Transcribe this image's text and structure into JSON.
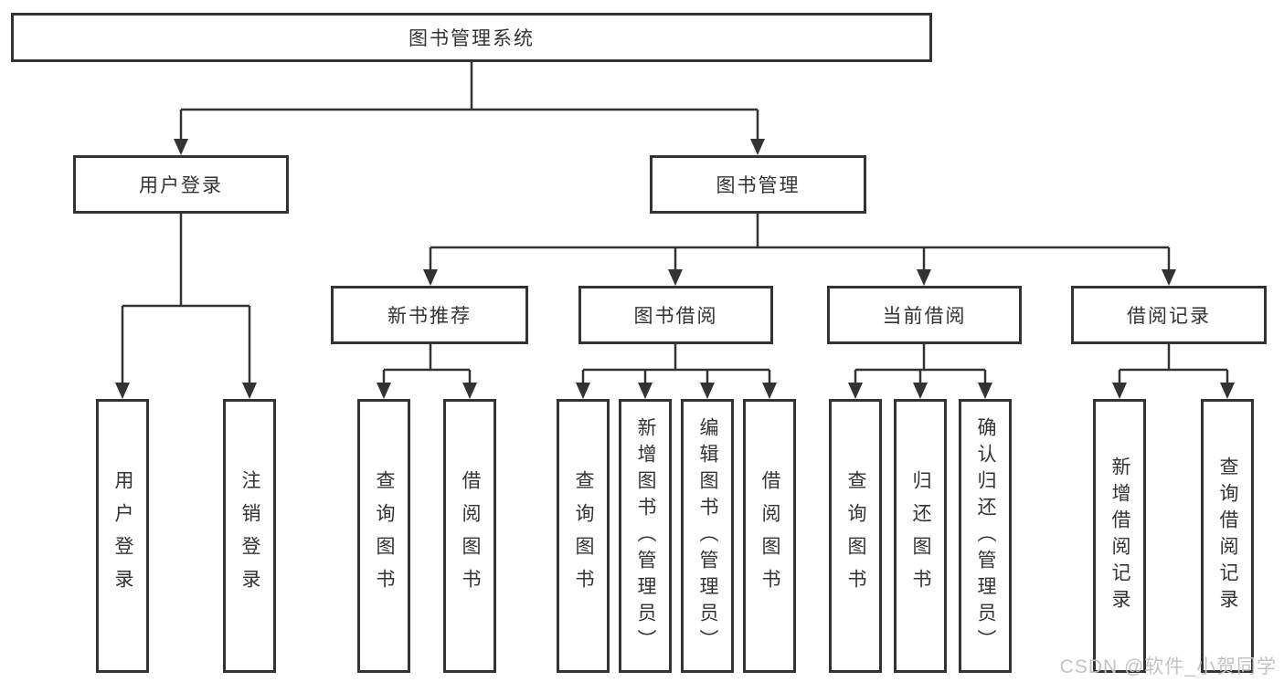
{
  "diagram": {
    "root": {
      "label": "图书管理系统"
    },
    "level2": [
      {
        "label": "用户登录"
      },
      {
        "label": "图书管理"
      }
    ],
    "level3": [
      {
        "label": "新书推荐"
      },
      {
        "label": "图书借阅"
      },
      {
        "label": "当前借阅"
      },
      {
        "label": "借阅记录"
      }
    ],
    "leaves": {
      "user_login": [
        {
          "label": "用户登录"
        },
        {
          "label": "注销登录"
        }
      ],
      "new_books": [
        {
          "label": "查询图书"
        },
        {
          "label": "借阅图书"
        }
      ],
      "borrow": [
        {
          "label": "查询图书"
        },
        {
          "label": "新增图书（管理员）"
        },
        {
          "label": "编辑图书（管理员）"
        },
        {
          "label": "借阅图书"
        }
      ],
      "current": [
        {
          "label": "查询图书"
        },
        {
          "label": "归还图书"
        },
        {
          "label": "确认归还（管理员）"
        }
      ],
      "records": [
        {
          "label": "新增借阅记录"
        },
        {
          "label": "查询借阅记录"
        }
      ]
    }
  },
  "watermark": {
    "text": "CSDN @软件_小贺同学"
  },
  "colors": {
    "line": "#333333",
    "box_border": "#333333",
    "box_fill": "#ffffff",
    "text": "#333333",
    "watermark": "#c3c3c3",
    "background": "#ffffff"
  }
}
